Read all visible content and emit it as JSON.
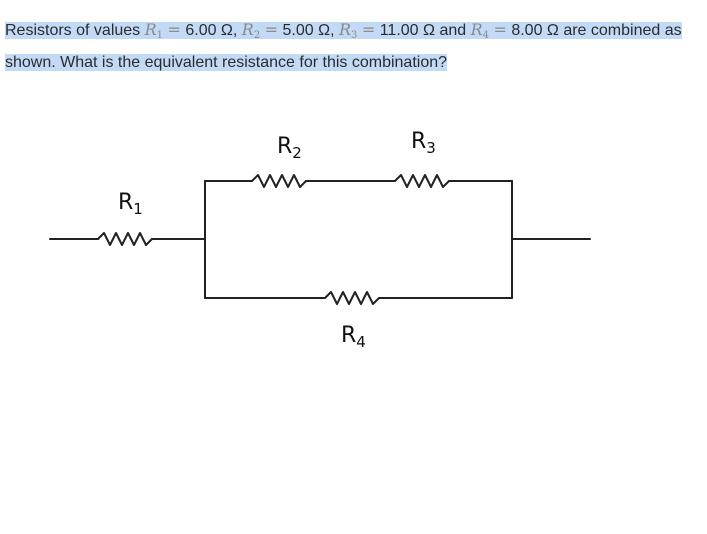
{
  "question": {
    "part1": "Resistors of values ",
    "r1_sym": "R",
    "r1_sub": "1",
    "eq": "=",
    "r1_val": "6.00 Ω,",
    "r2_sym": "R",
    "r2_sub": "2",
    "r2_val": "5.00 Ω,",
    "r3_sym": "R",
    "r3_sub": "3",
    "r3_val": "11.00 Ω",
    "and": "and",
    "r4_sym": "R",
    "r4_sub": "4",
    "r4_val": "8.00 Ω",
    "part2": "are combined as shown. What is the equivalent resistance for this combination?"
  },
  "circuit": {
    "labels": {
      "r1": {
        "main": "R",
        "sub": "1"
      },
      "r2": {
        "main": "R",
        "sub": "2"
      },
      "r3": {
        "main": "R",
        "sub": "3"
      },
      "r4": {
        "main": "R",
        "sub": "4"
      }
    },
    "wire_color": "#222222"
  }
}
